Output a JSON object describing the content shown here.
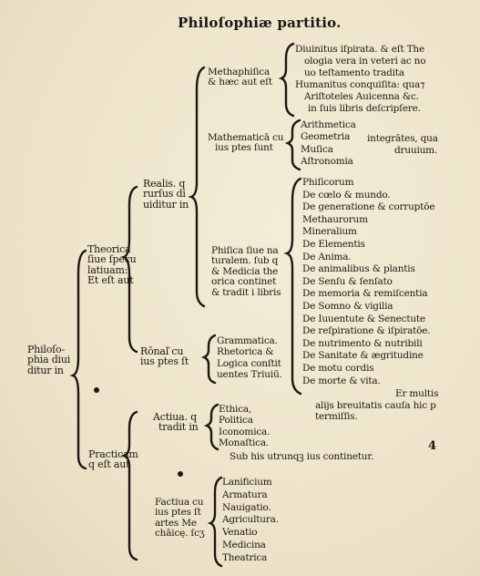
{
  "title": "Philoſophiæ partitio.",
  "root": [
    "Philoſo-",
    "phia diui",
    "ditur in"
  ],
  "theorica": [
    "Theorica",
    "ſiue ſpecu",
    "latiuam:",
    "Et eſt aut"
  ],
  "practica": [
    "Practicam",
    "q eſt aut"
  ],
  "realis": [
    "Realis. q",
    "rurſus di",
    "uiditur in"
  ],
  "rationalis": [
    "Rōnaľ cu",
    "ius ptes ſt"
  ],
  "metaphysica": [
    "Methaphiſica",
    "& hæc aut eſt"
  ],
  "metaphysica_items": [
    "Diuinitus iſpirata. & eſt The",
    "ologia vera in veteri ac no",
    "uo teſtamento tradita",
    "Humanitus conquiſita: qua⁊",
    "Ariſtoteles Auicenna &c.",
    "in ſuis libris deſcripſere."
  ],
  "mathematica": [
    "Mathematicā cu",
    "ius ptes ſunt"
  ],
  "mathematica_items": [
    "Arithmetica",
    "Geometria",
    "Muſica",
    "Aſtronomia"
  ],
  "mathematica_note": [
    "integrātes, qua",
    "druuium."
  ],
  "physica": [
    "Phiſica ſiue na",
    "turalem. ſub q",
    "& Medicia the",
    "orica continet",
    "& tradit i libris"
  ],
  "physica_items": [
    "Phiſicorum",
    "De cœlo & mundo.",
    "De generatione & corruptōe",
    "Methaurorum",
    "Mineralium",
    "De Elementis",
    "De Anima.",
    "De animalibus & plantis",
    "De Senſu & ſenſato",
    "De memoria & remiſcentia",
    "De Somno & vigilia",
    "De Iuuentute & Senectute",
    "De reſpiratione & iſpiratōe.",
    "De nutrimento & nutribili",
    "De Sanitate & ægritudine",
    "De motu cordis",
    "De morte & vita."
  ],
  "physica_note": [
    "Er multis",
    "alijs breuitatis cauſa hic p",
    "termiſſis."
  ],
  "trivium_items": [
    "Grammatica.",
    "Rhetorica &",
    "Logica conſtit",
    "uentes Triuiū."
  ],
  "activa": [
    "Actiua. q",
    "tradit in"
  ],
  "activa_items": [
    "Ethica,",
    "Politica",
    "Iconomica.",
    "Monaſtica."
  ],
  "activa_note": "Sub his utrunqꝫ ius continetur.",
  "factiva": [
    "Factiua cu",
    "ius ptes ſt",
    "artes Me",
    "chāicę. ſcʒ"
  ],
  "factiva_items": [
    "Lanificium",
    "Armatura",
    "Nauigatio.",
    "Agricultura.",
    "Venatio",
    "Medicina",
    "Theatrica"
  ],
  "page_mark": "4"
}
